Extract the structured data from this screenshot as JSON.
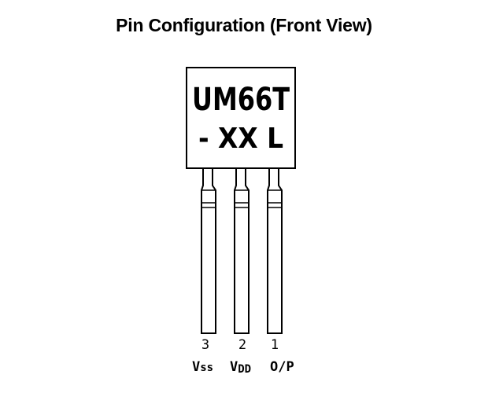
{
  "title": "Pin Configuration (Front View)",
  "package": {
    "marking_line1": "UM66T",
    "marking_line2": "- XX L"
  },
  "pins": [
    {
      "number": "3",
      "label_main": "V",
      "label_sub": "ss"
    },
    {
      "number": "2",
      "label_main": "V",
      "label_sub": "DD"
    },
    {
      "number": "1",
      "label_main": "O/P",
      "label_sub": ""
    }
  ],
  "colors": {
    "ink": "#000000",
    "background": "#ffffff"
  }
}
